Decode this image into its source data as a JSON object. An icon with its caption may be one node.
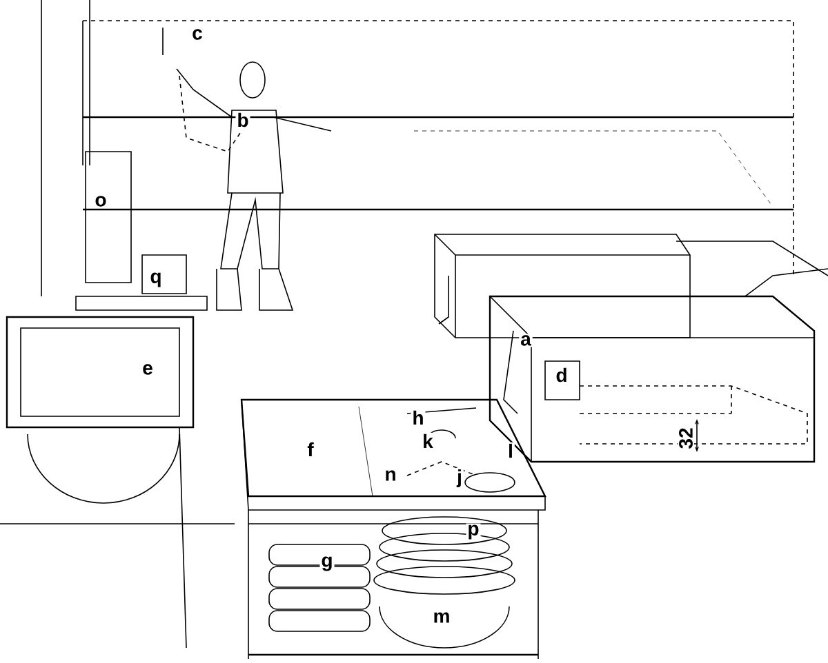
{
  "diagram": {
    "labels": [
      "c",
      "b",
      "o",
      "q",
      "a",
      "d",
      "e",
      "h",
      "32",
      "k",
      "f",
      "l",
      "n",
      "j",
      "p",
      "g",
      "m"
    ]
  }
}
